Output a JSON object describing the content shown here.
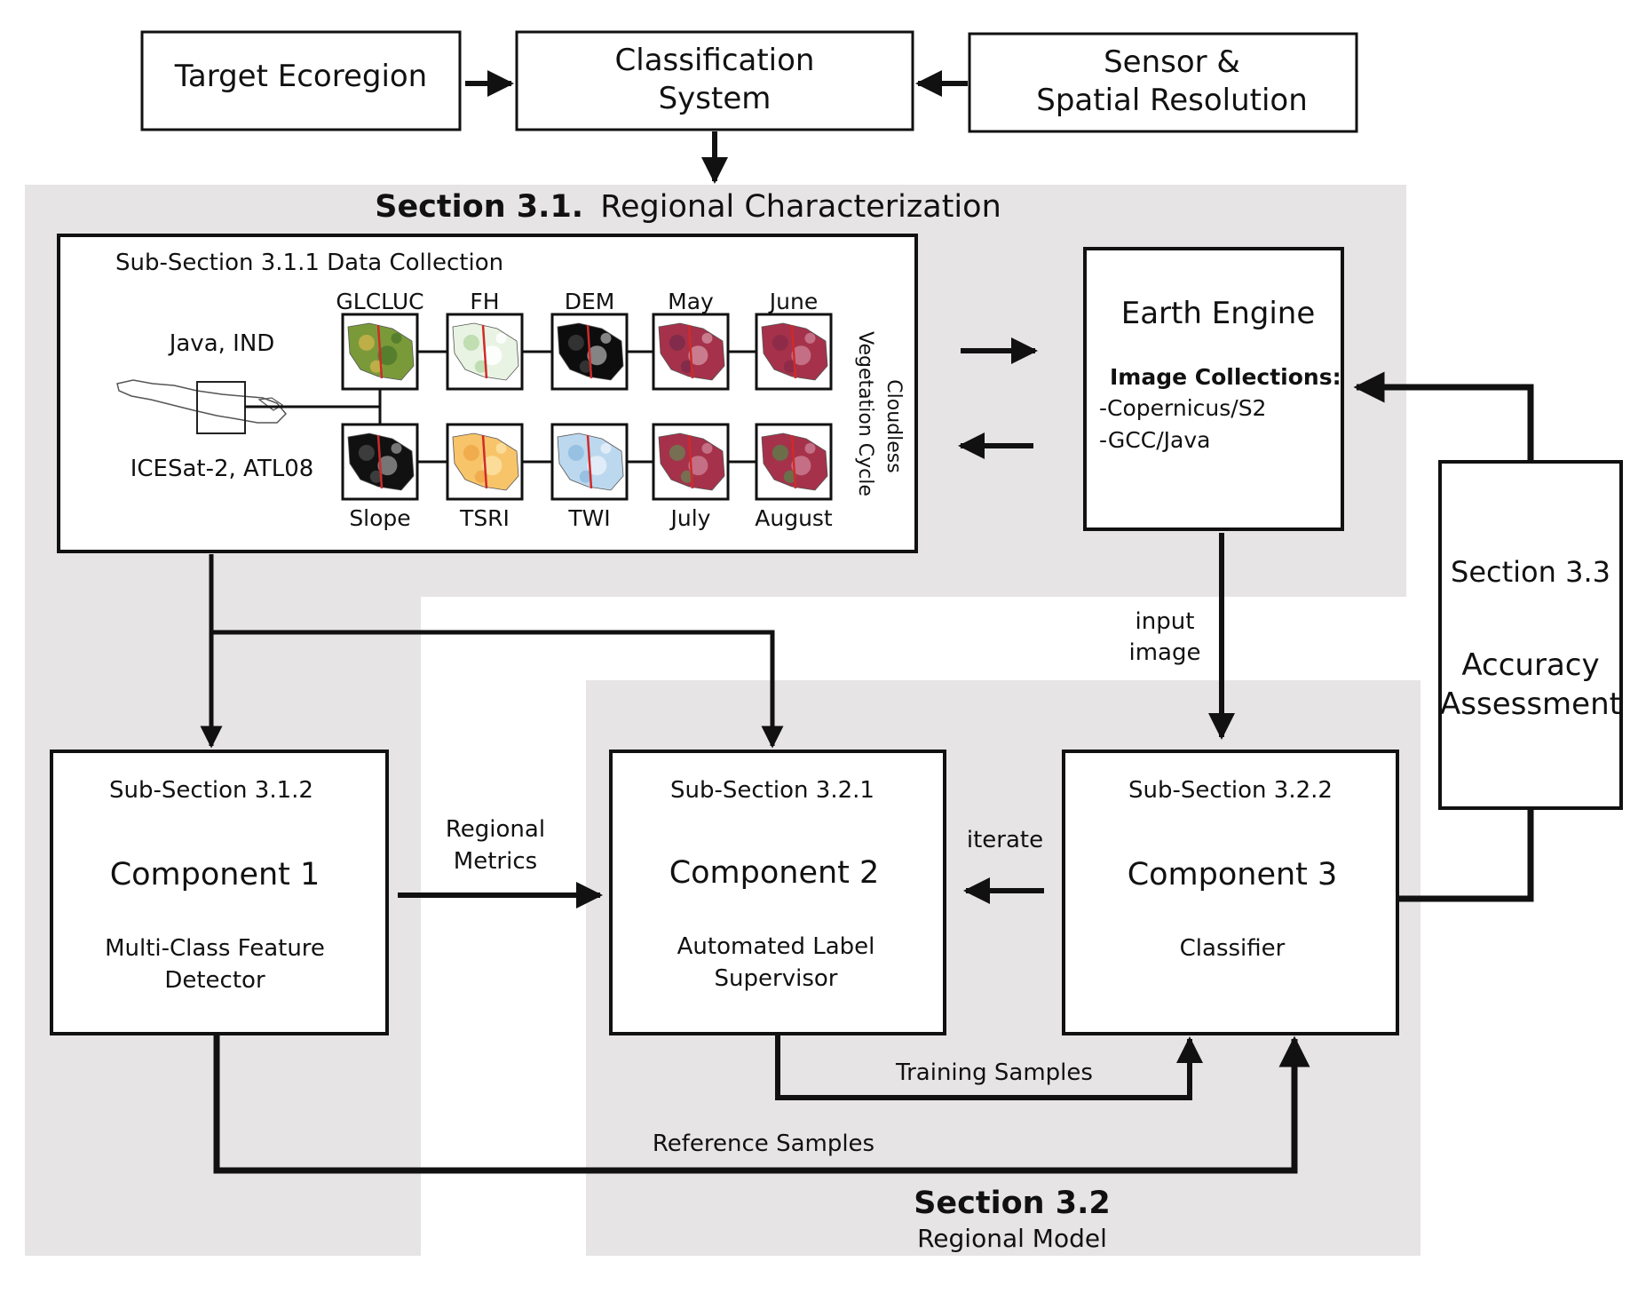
{
  "colors": {
    "section_bg": "#e6e4e4",
    "stroke": "#111111",
    "box_fill": "#ffffff"
  },
  "top": {
    "target_ecoregion": "Target Ecoregion",
    "classification_system": [
      "Classification",
      "System"
    ],
    "sensor": [
      "Sensor &",
      "Spatial Resolution"
    ]
  },
  "section31": {
    "title_bold": "Section 3.1.",
    "title_rest": "Regional Characterization",
    "data_collection": {
      "title": "Sub-Section 3.1.1 Data Collection",
      "location": "Java, IND",
      "lidar": "ICESat-2, ATL08",
      "cycle_label": [
        "Cloudless",
        "Vegetation Cycle"
      ],
      "top_row": [
        {
          "label": "GLCLUC",
          "icon": "glcluc-map-icon",
          "colors": [
            "#7a9a3a",
            "#c9b24a",
            "#4f7a2c"
          ]
        },
        {
          "label": "FH",
          "icon": "fh-map-icon",
          "colors": [
            "#e9f3e4",
            "#b8d9a8",
            "#ffffff"
          ]
        },
        {
          "label": "DEM",
          "icon": "dem-map-icon",
          "colors": [
            "#0d0d0d",
            "#3a3a3a",
            "#9a9a9a"
          ]
        },
        {
          "label": "May",
          "icon": "may-map-icon",
          "colors": [
            "#a5324a",
            "#7c2a4a",
            "#cf8a9a"
          ]
        },
        {
          "label": "June",
          "icon": "june-map-icon",
          "colors": [
            "#a5324a",
            "#8a2a48",
            "#c97a8f"
          ]
        }
      ],
      "bottom_row": [
        {
          "label": "Slope",
          "icon": "slope-map-icon",
          "colors": [
            "#111111",
            "#444444",
            "#888888"
          ]
        },
        {
          "label": "TSRI",
          "icon": "tsri-map-icon",
          "colors": [
            "#f7c46a",
            "#f0a848",
            "#fbe0a0"
          ]
        },
        {
          "label": "TWI",
          "icon": "twi-map-icon",
          "colors": [
            "#bcd8ee",
            "#8fbde0",
            "#e6f0f8"
          ]
        },
        {
          "label": "July",
          "icon": "july-map-icon",
          "colors": [
            "#a5324a",
            "#6f7a52",
            "#c97a8f"
          ]
        },
        {
          "label": "August",
          "icon": "august-map-icon",
          "colors": [
            "#a5324a",
            "#5f7a4a",
            "#c97a8f"
          ]
        }
      ]
    },
    "earth_engine": {
      "title": "Earth Engine",
      "collections_title": "Image Collections:",
      "collections": [
        "-Copernicus/S2",
        "-GCC/Java"
      ]
    }
  },
  "section33": {
    "line1": "Section 3.3",
    "line2": "Accuracy",
    "line3": "Assessment"
  },
  "input_image": [
    "input",
    "image"
  ],
  "component1": {
    "subsection": "Sub-Section 3.1.2",
    "title": "Component 1",
    "desc": [
      "Multi-Class Feature",
      "Detector"
    ]
  },
  "component2": {
    "subsection": "Sub-Section 3.2.1",
    "title": "Component 2",
    "desc": [
      "Automated Label",
      "Supervisor"
    ]
  },
  "component3": {
    "subsection": "Sub-Section 3.2.2",
    "title": "Component 3",
    "desc": [
      "Classifier"
    ]
  },
  "regional_metrics": [
    "Regional",
    "Metrics"
  ],
  "iterate": "iterate",
  "training_samples": "Training Samples",
  "reference_samples": "Reference Samples",
  "section32": {
    "title": "Section 3.2",
    "subtitle": "Regional Model"
  }
}
